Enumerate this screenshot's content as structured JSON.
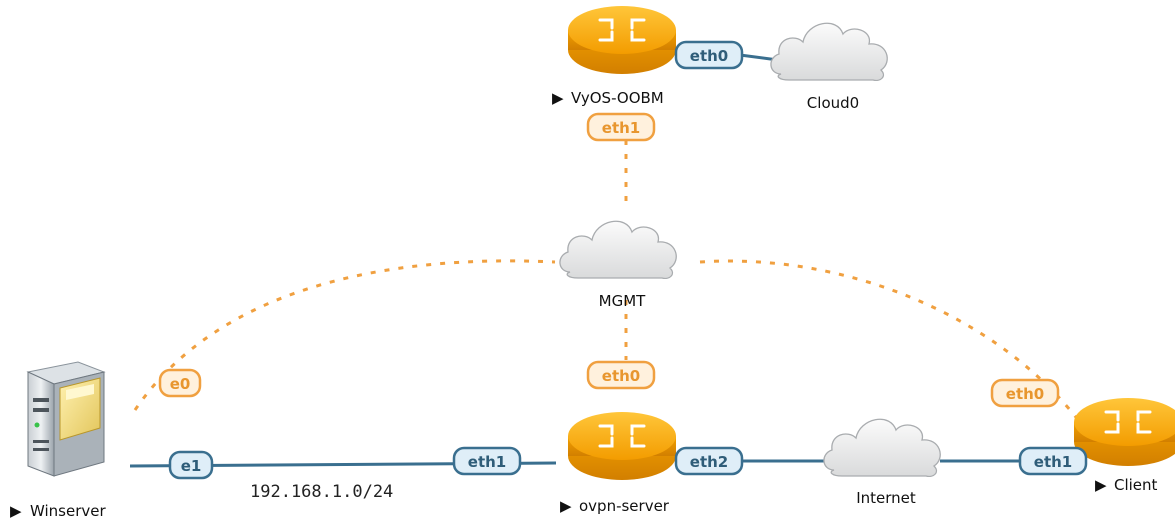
{
  "colors": {
    "mgmt_link": "#f0a040",
    "data_link": "#3a6f8f",
    "router_orange": "#f6a700",
    "badge_blue_fill": "#dfeef8",
    "badge_blue_border": "#3a6f8f",
    "badge_orange_fill": "#fff1dd",
    "badge_orange_border": "#f0a040"
  },
  "nodes": {
    "vyos_oobm": {
      "label": "VyOS-OOBM",
      "icon": "router-icon"
    },
    "cloud0": {
      "label": "Cloud0",
      "icon": "cloud-icon"
    },
    "mgmt": {
      "label": "MGMT",
      "icon": "cloud-icon"
    },
    "winserver": {
      "label": "Winserver",
      "icon": "server-icon"
    },
    "ovpn_server": {
      "label": "ovpn-server",
      "icon": "router-icon"
    },
    "internet": {
      "label": "Internet",
      "icon": "cloud-icon"
    },
    "client": {
      "label": "Client",
      "icon": "router-icon"
    }
  },
  "interfaces": {
    "vyos_eth0": "eth0",
    "vyos_eth1": "eth1",
    "ovpn_eth0": "eth0",
    "ovpn_eth1": "eth1",
    "ovpn_eth2": "eth2",
    "win_e0": "e0",
    "win_e1": "e1",
    "client_eth0": "eth0",
    "client_eth1": "eth1"
  },
  "networks": {
    "lan": "192.168.1.0/24"
  },
  "play_glyph": "▶"
}
